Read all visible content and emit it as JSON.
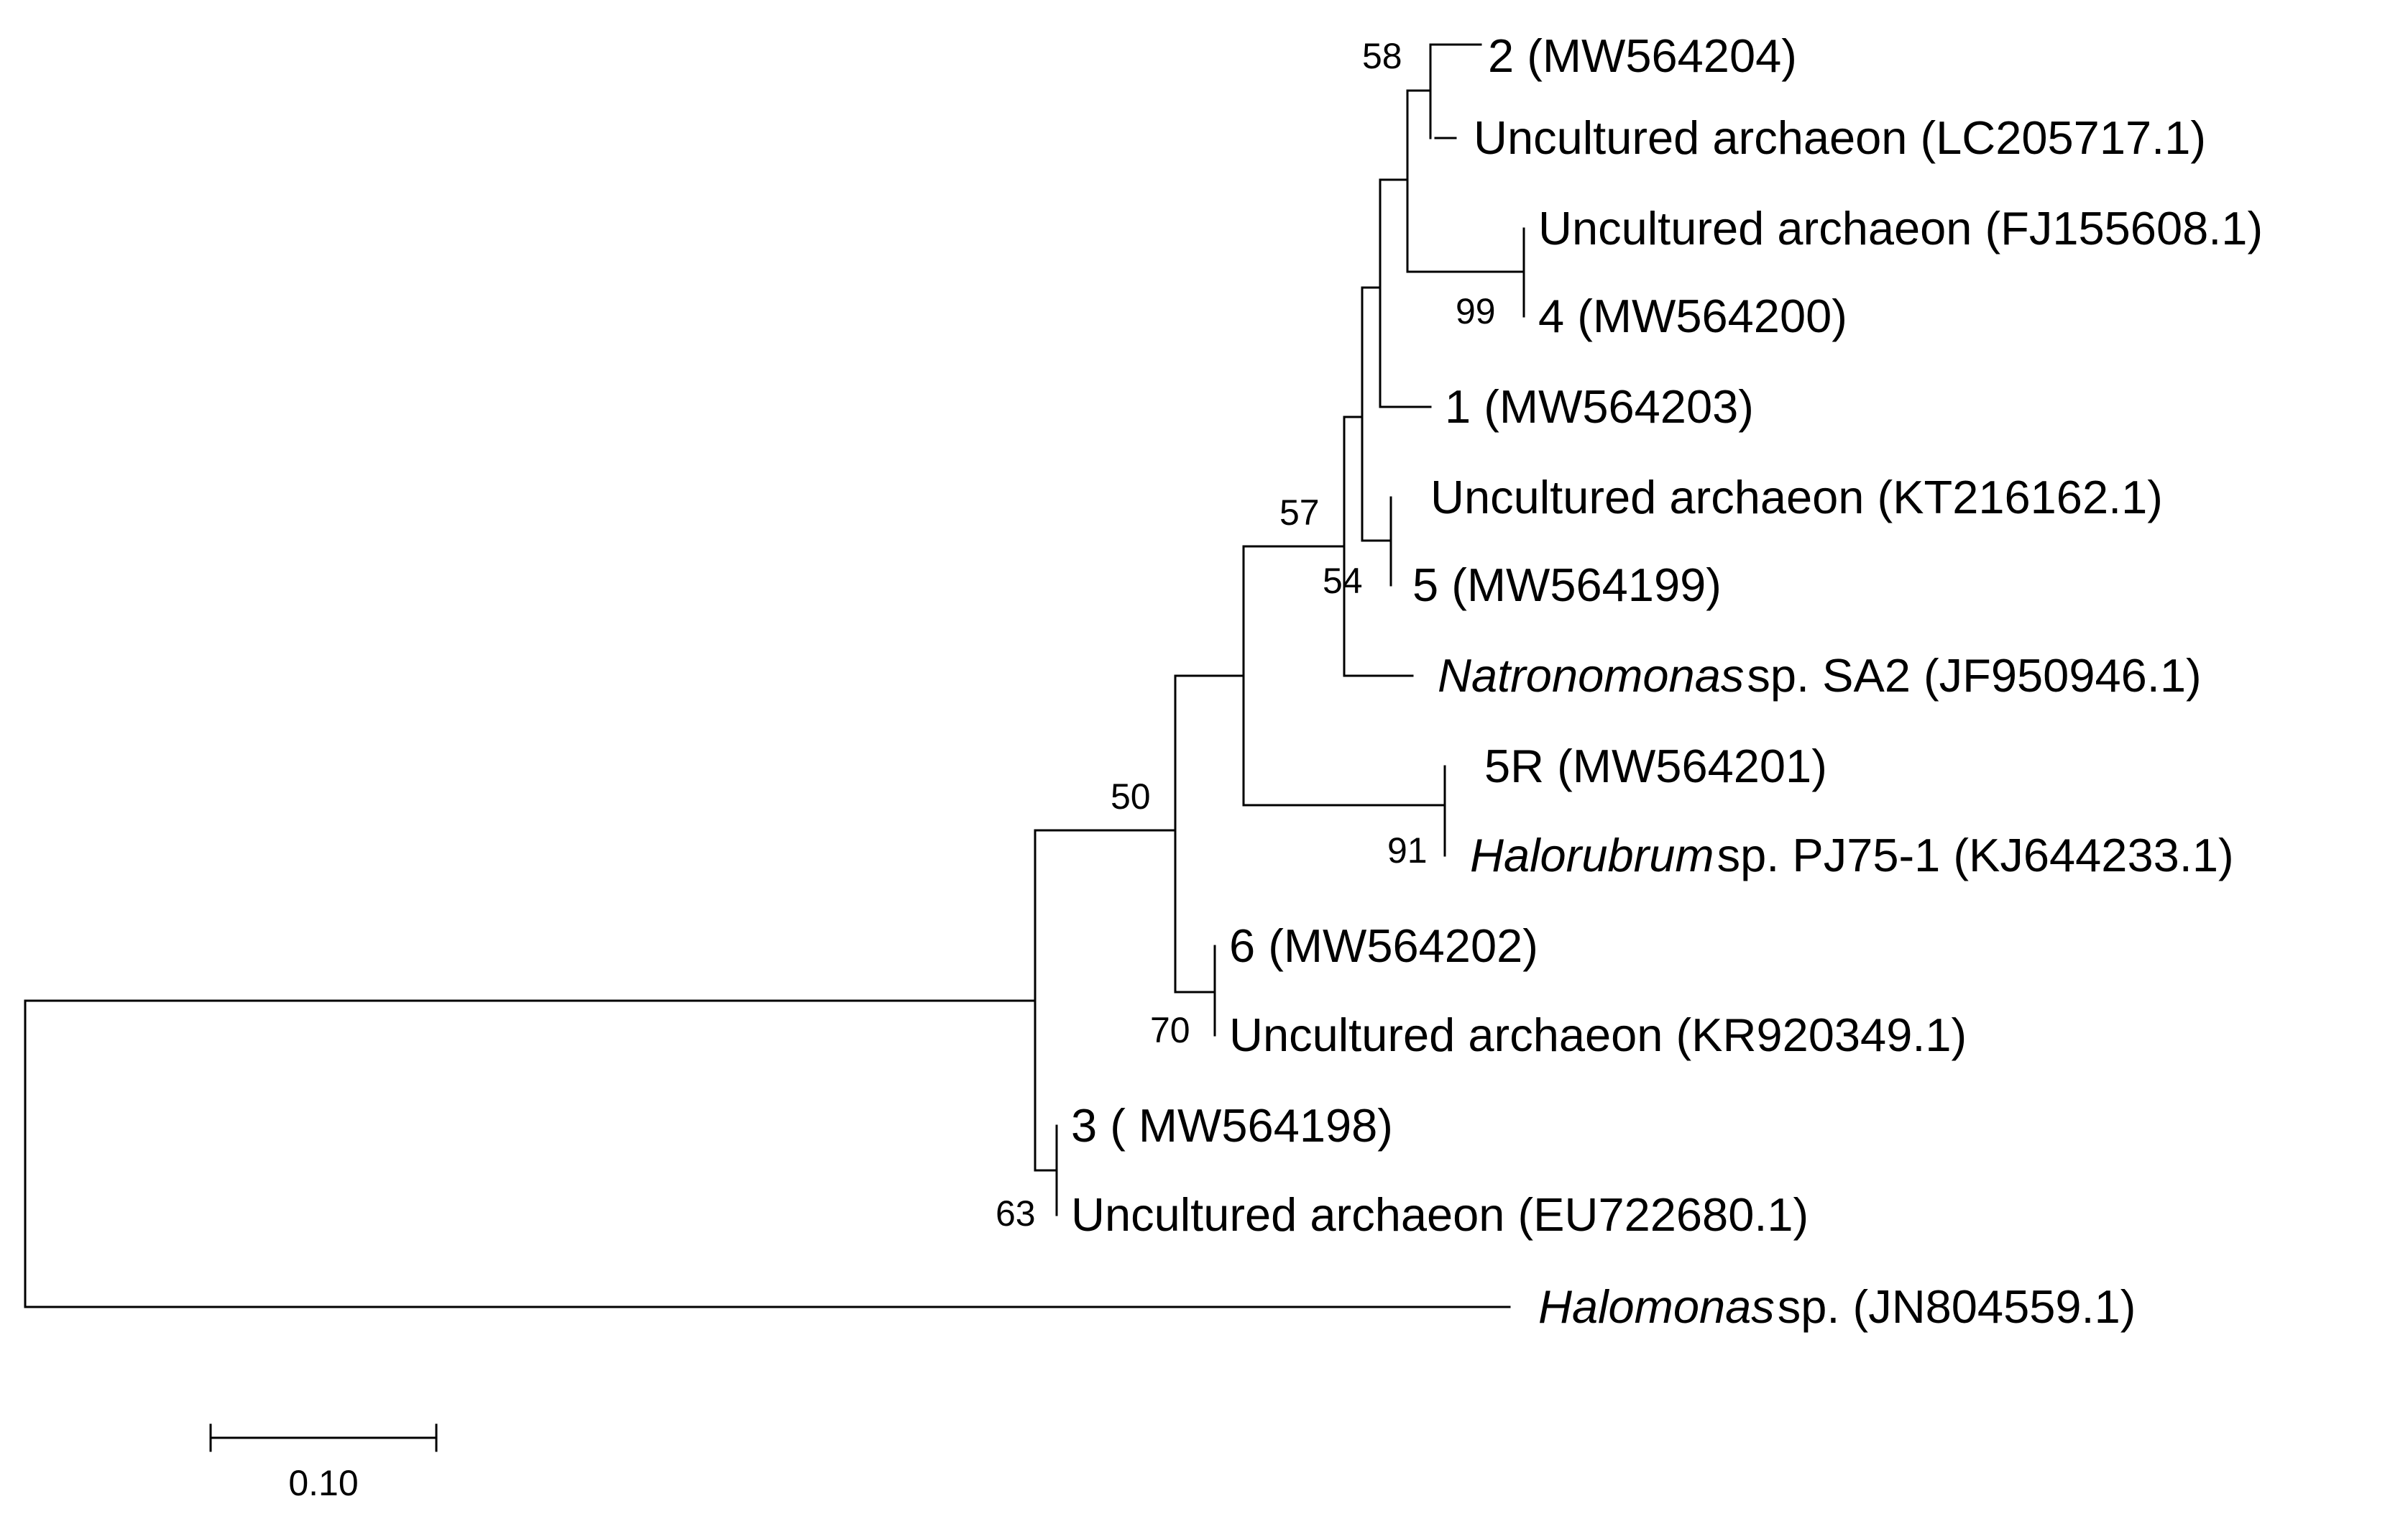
{
  "leaves": [
    {
      "id": "l2",
      "parts": [
        {
          "text": "2 (MW564204)",
          "italic": false
        }
      ]
    },
    {
      "id": "lLC",
      "parts": [
        {
          "text": "Uncultured archaeon (LC205717.1)",
          "italic": false
        }
      ]
    },
    {
      "id": "lFJ",
      "parts": [
        {
          "text": "Uncultured archaeon (FJ155608.1)",
          "italic": false
        }
      ]
    },
    {
      "id": "l4",
      "parts": [
        {
          "text": "4 (MW564200)",
          "italic": false
        }
      ]
    },
    {
      "id": "l1",
      "parts": [
        {
          "text": "1 (MW564203)",
          "italic": false
        }
      ]
    },
    {
      "id": "lKT",
      "parts": [
        {
          "text": "Uncultured archaeon (KT216162.1)",
          "italic": false
        }
      ]
    },
    {
      "id": "l5",
      "parts": [
        {
          "text": "5 (MW564199)",
          "italic": false
        }
      ]
    },
    {
      "id": "lNat",
      "parts": [
        {
          "text": "Natronomonas",
          "italic": true
        },
        {
          "text": "sp. SA2 (JF950946.1)",
          "italic": false
        }
      ]
    },
    {
      "id": "l5R",
      "parts": [
        {
          "text": "5R (MW564201)",
          "italic": false
        }
      ]
    },
    {
      "id": "lHal",
      "parts": [
        {
          "text": "Halorubrum",
          "italic": true
        },
        {
          "text": "sp. PJ75-1 (KJ644233.1)",
          "italic": false
        }
      ]
    },
    {
      "id": "l6",
      "parts": [
        {
          "text": "6 (MW564202)",
          "italic": false
        }
      ]
    },
    {
      "id": "lKR",
      "parts": [
        {
          "text": "Uncultured archaeon (KR920349.1)",
          "italic": false
        }
      ]
    },
    {
      "id": "l3",
      "parts": [
        {
          "text": "3 ( MW564198)",
          "italic": false
        }
      ]
    },
    {
      "id": "lEU",
      "parts": [
        {
          "text": "Uncultured archaeon (EU722680.1)",
          "italic": false
        }
      ]
    },
    {
      "id": "lHalo",
      "parts": [
        {
          "text": "Halomonas",
          "italic": true
        },
        {
          "text": "sp. (JN804559.1)",
          "italic": false
        }
      ]
    }
  ],
  "bootstrap_values": [
    "58",
    "99",
    "57",
    "54",
    "91",
    "50",
    "70",
    "63"
  ],
  "scale_bar": {
    "label": "0.10"
  }
}
